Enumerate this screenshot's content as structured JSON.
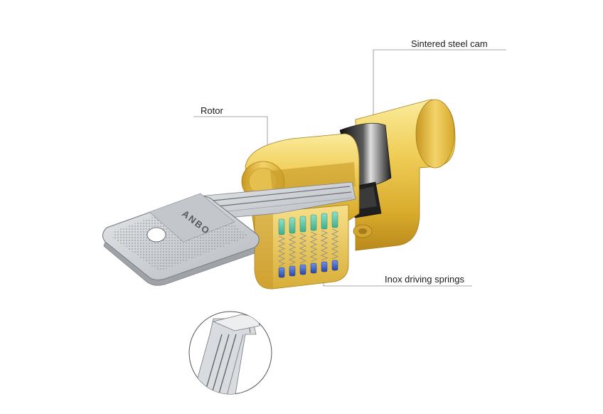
{
  "labels": {
    "cam": "Sintered steel cam",
    "rotor": "Rotor",
    "springs": "Inox driving springs"
  },
  "key_brand": "ANBO",
  "colors": {
    "brass_light": "#f6de7a",
    "brass_mid": "#e3b93a",
    "brass_dark": "#b88a1c",
    "cam": "#2a2a2a",
    "pin_top": "#5ec8a8",
    "pin_bottom": "#3d63c9",
    "spring": "#9a9a9a",
    "key": "#cfd2d6",
    "leader": "#7a7a7a"
  }
}
